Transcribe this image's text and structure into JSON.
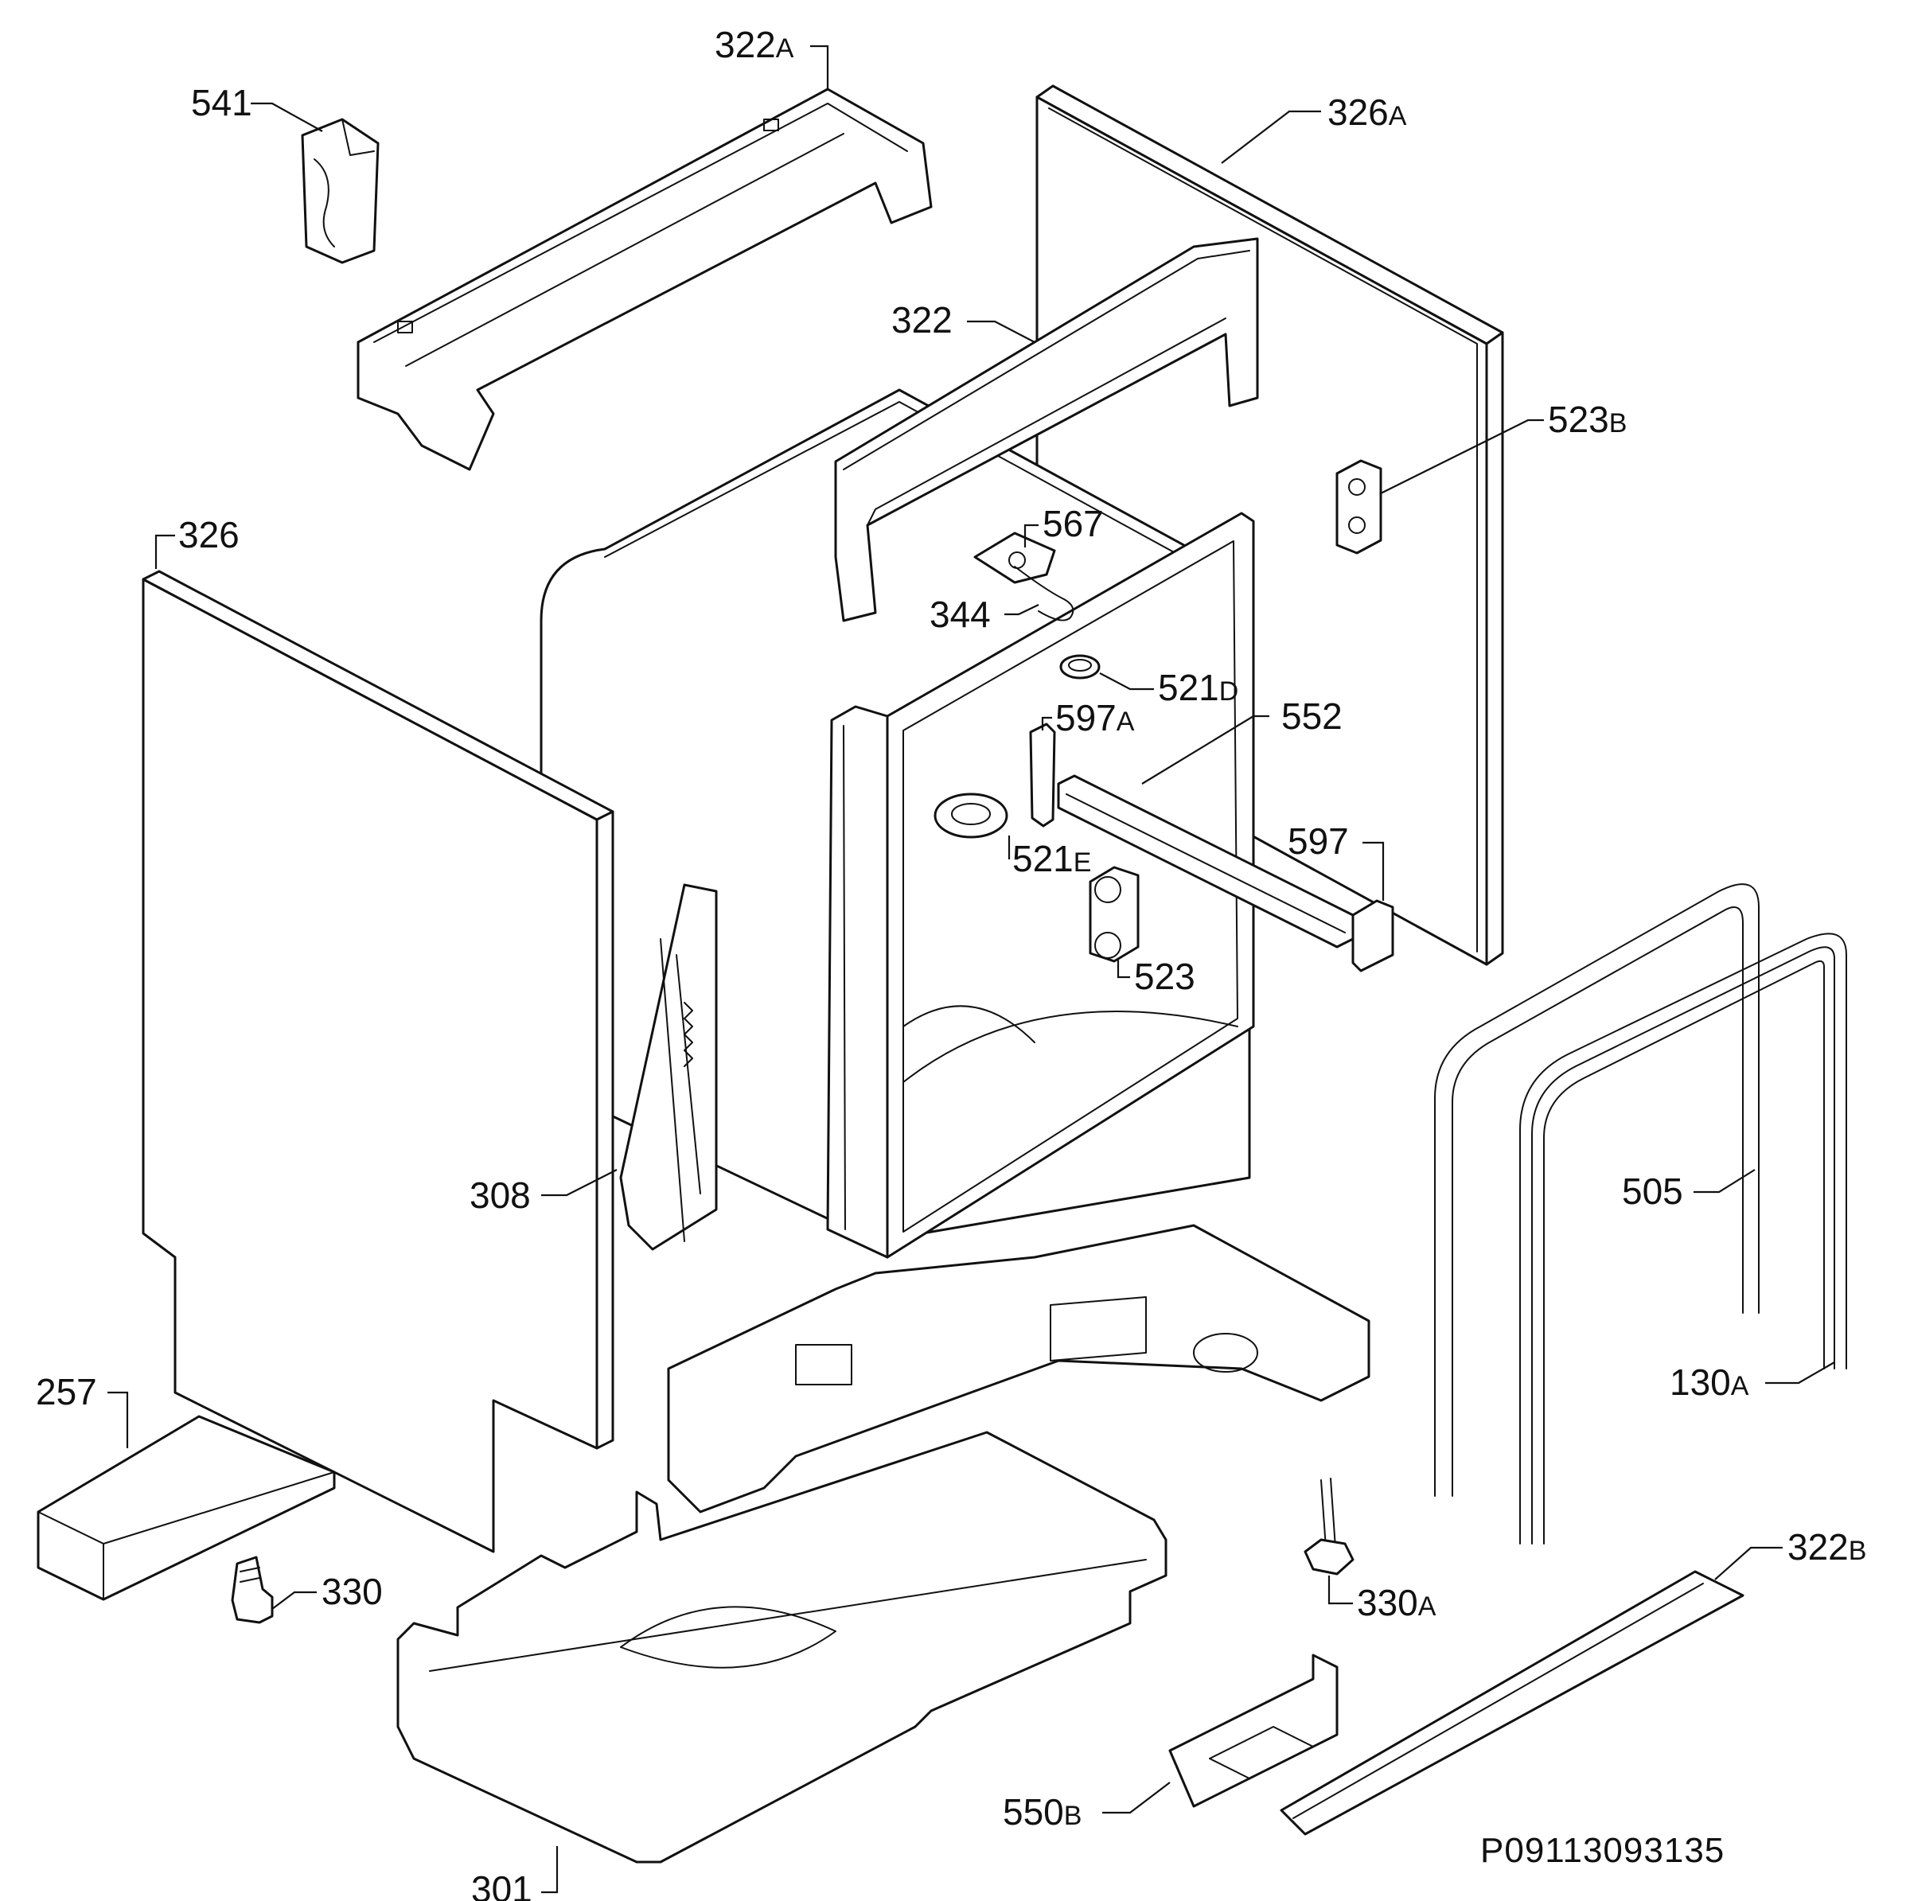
{
  "colors": {
    "line": "#111111",
    "background": "#ffffff"
  },
  "labels": {
    "l322a": {
      "num": "322",
      "suffix": "A"
    },
    "l541": {
      "num": "541",
      "suffix": ""
    },
    "l326a": {
      "num": "326",
      "suffix": "A"
    },
    "l322": {
      "num": "322",
      "suffix": ""
    },
    "l523b": {
      "num": "523",
      "suffix": "B"
    },
    "l326": {
      "num": "326",
      "suffix": ""
    },
    "l567": {
      "num": "567",
      "suffix": ""
    },
    "l344": {
      "num": "344",
      "suffix": ""
    },
    "l521d": {
      "num": "521",
      "suffix": "D"
    },
    "l597a": {
      "num": "597",
      "suffix": "A"
    },
    "l552": {
      "num": "552",
      "suffix": ""
    },
    "l597": {
      "num": "597",
      "suffix": ""
    },
    "l521e": {
      "num": "521",
      "suffix": "E"
    },
    "l523": {
      "num": "523",
      "suffix": ""
    },
    "l308": {
      "num": "308",
      "suffix": ""
    },
    "l505": {
      "num": "505",
      "suffix": ""
    },
    "l130a": {
      "num": "130",
      "suffix": "A"
    },
    "l257": {
      "num": "257",
      "suffix": ""
    },
    "l330": {
      "num": "330",
      "suffix": ""
    },
    "l330a": {
      "num": "330",
      "suffix": "A"
    },
    "l322b": {
      "num": "322",
      "suffix": "B"
    },
    "l550b": {
      "num": "550",
      "suffix": "B"
    },
    "l301": {
      "num": "301",
      "suffix": ""
    }
  },
  "drawing_code": "P09113093135"
}
